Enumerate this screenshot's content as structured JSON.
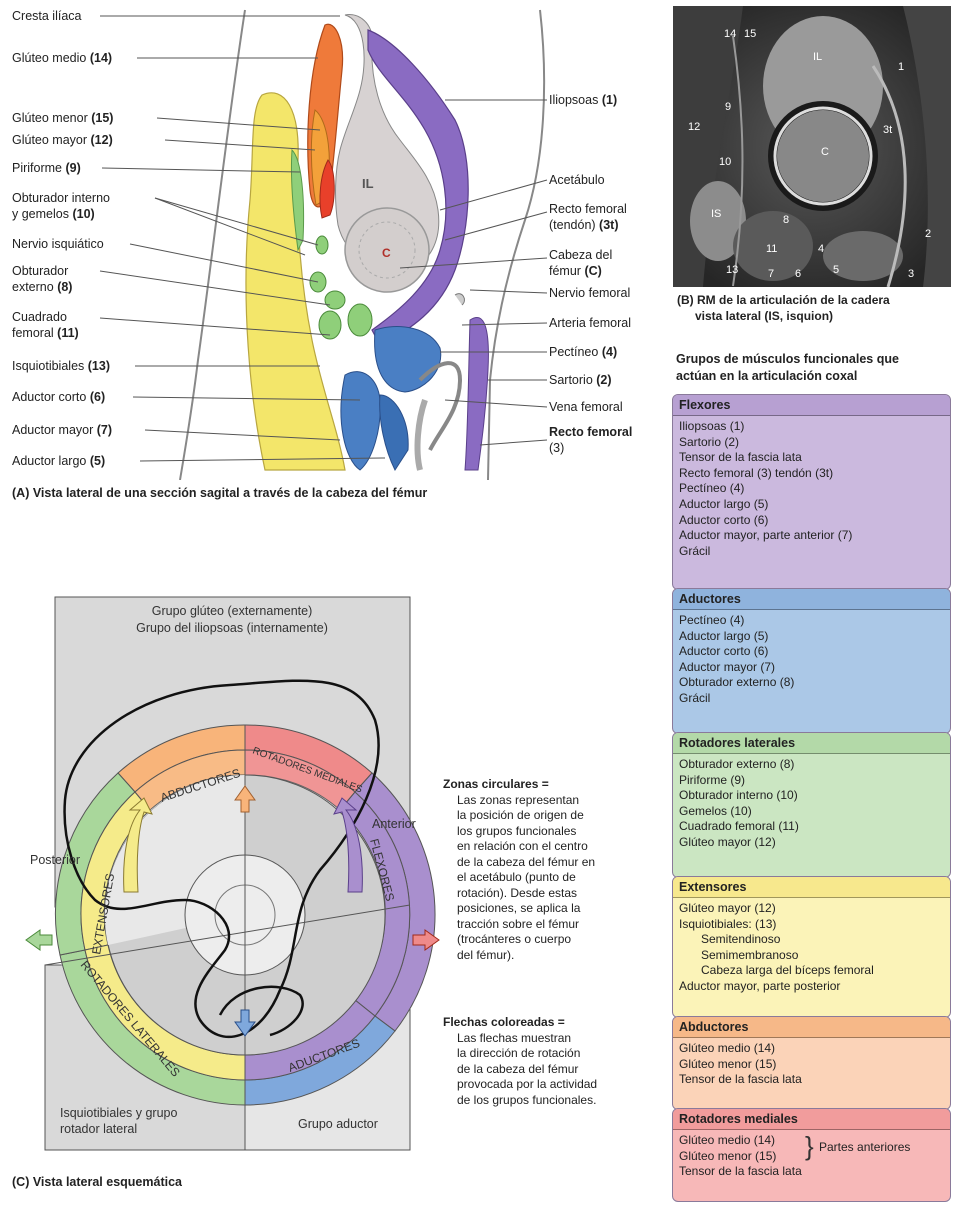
{
  "panel_a": {
    "left_labels": [
      {
        "text": "Cresta ilíaca",
        "num": ""
      },
      {
        "text": "Glúteo medio",
        "num": "(14)"
      },
      {
        "text": "Glúteo menor",
        "num": "(15)"
      },
      {
        "text": "Glúteo mayor",
        "num": "(12)"
      },
      {
        "text": "Piriforme",
        "num": "(9)"
      },
      {
        "text": "Obturador interno",
        "num": ""
      },
      {
        "text": "y gemelos",
        "num": "(10)"
      },
      {
        "text": "Nervio isquiático",
        "num": ""
      },
      {
        "text": "Obturador",
        "num": ""
      },
      {
        "text": "externo",
        "num": "(8)"
      },
      {
        "text": "Cuadrado",
        "num": ""
      },
      {
        "text": "femoral",
        "num": "(11)"
      },
      {
        "text": "Isquiotibiales",
        "num": "(13)"
      },
      {
        "text": "Aductor corto",
        "num": "(6)"
      },
      {
        "text": "Aductor mayor",
        "num": "(7)"
      },
      {
        "text": "Aductor largo",
        "num": "(5)"
      }
    ],
    "right_labels": [
      {
        "text": "Iliopsoas",
        "num": "(1)"
      },
      {
        "text": "Acetábulo",
        "num": ""
      },
      {
        "text": "Recto femoral",
        "num": ""
      },
      {
        "text": "(tendón)",
        "num": "(3t)"
      },
      {
        "text": "Cabeza del",
        "num": ""
      },
      {
        "text": "fémur",
        "num": "(C)"
      },
      {
        "text": "Nervio femoral",
        "num": ""
      },
      {
        "text": "Arteria femoral",
        "num": ""
      },
      {
        "text": "Pectíneo",
        "num": "(4)"
      },
      {
        "text": "Sartorio",
        "num": "(2)"
      },
      {
        "text": "Vena femoral",
        "num": ""
      },
      {
        "text": "Recto femoral",
        "num": ""
      },
      {
        "text": "(3)",
        "num": ""
      }
    ],
    "inner_labels": {
      "il": "IL",
      "c": "C"
    },
    "caption": "(A) Vista lateral de una sección sagital a través de la cabeza del fémur"
  },
  "panel_b": {
    "caption_line1": "(B) RM de la articulación de la cadera",
    "caption_line2": "vista lateral (IS, isquion)",
    "labels": [
      "14",
      "15",
      "IL",
      "1",
      "9",
      "12",
      "3t",
      "C",
      "10",
      "IS",
      "8",
      "2",
      "11",
      "4",
      "13",
      "7",
      "6",
      "5",
      "3"
    ]
  },
  "groups_title_line1": "Grupos de músculos funcionales que",
  "groups_title_line2": "actúan en la articulación coxal",
  "groups": [
    {
      "name": "Flexores",
      "color": "#c9b6dd",
      "head_color": "#b7a0d2",
      "items": [
        "Iliopsoas (1)",
        "Sartorio (2)",
        "Tensor de la fascia lata",
        "Recto femoral (3) tendón (3t)",
        "Pectíneo (4)",
        "Aductor largo (5)",
        "Aductor corto (6)",
        "Aductor mayor, parte anterior (7)",
        "Grácil"
      ]
    },
    {
      "name": "Aductores",
      "color": "#a9c6e6",
      "head_color": "#8fb3dd",
      "items": [
        "Pectíneo (4)",
        "Aductor largo (5)",
        "Aductor corto (6)",
        "Aductor mayor (7)",
        "Obturador externo (8)",
        "Grácil"
      ]
    },
    {
      "name": "Rotadores laterales",
      "color": "#c9e5c0",
      "head_color": "#b3d9a8",
      "items": [
        "Obturador externo (8)",
        "Piriforme (9)",
        "Obturador interno (10)",
        "Gemelos (10)",
        "Cuadrado femoral (11)",
        "Glúteo mayor (12)"
      ]
    },
    {
      "name": "Extensores",
      "color": "#fbf3b8",
      "head_color": "#f7e88d",
      "items": [
        "Glúteo mayor (12)",
        "Isquiotibiales: (13)",
        "Semitendinoso",
        "Semimembranoso",
        "Cabeza larga del bíceps femoral",
        "Aductor mayor, parte posterior"
      ]
    },
    {
      "name": "Abductores",
      "color": "#fbd3b8",
      "head_color": "#f6b888",
      "items": [
        "Glúteo medio (14)",
        "Glúteo menor (15)",
        "Tensor de la fascia lata"
      ]
    },
    {
      "name": "Rotadores mediales",
      "color": "#f7b8b8",
      "head_color": "#f19c9c",
      "items": [
        "Glúteo medio (14)",
        "Glúteo menor (15)",
        "Tensor de la fascia lata"
      ],
      "bracket_note": "Partes anteriores"
    }
  ],
  "panel_c": {
    "top_text_line1": "Grupo glúteo (externamente)",
    "top_text_line2": "Grupo del iliopsoas (internamente)",
    "ring_abductores": "ABDUCTORES",
    "ring_rot_mediales": "ROTADORES MEDIALES",
    "ring_flexores": "FLEXORES",
    "ring_extensores": "EXTENSORES",
    "ring_rot_laterales": "ROTADORES LATERALES",
    "ring_aductores": "ADUCTORES",
    "anterior": "Anterior",
    "posterior": "Posterior",
    "bottom_left_line1": "Isquiotibiales y grupo",
    "bottom_left_line2": "rotador lateral",
    "bottom_right": "Grupo aductor",
    "caption": "(C) Vista lateral esquemática",
    "colors": {
      "abductores": "#f8b47a",
      "rot_mediales": "#ef8a8a",
      "flexores": "#a98fce",
      "extensores": "#f5eb8a",
      "rot_laterales": "#a9d79b",
      "aductores": "#7fa8dc"
    }
  },
  "zones_title": "Zonas circulares =",
  "zones_text": [
    "Las zonas representan",
    "la posición de origen de",
    "los grupos funcionales",
    "en relación con el centro",
    "de la cabeza del fémur en",
    "el acetábulo (punto de",
    "rotación). Desde estas",
    "posiciones, se aplica la",
    "tracción sobre el fémur",
    "(trocánteres o cuerpo",
    "del fémur)."
  ],
  "arrows_title": "Flechas coloreadas =",
  "arrows_text": [
    "Las flechas muestran",
    "la dirección de rotación",
    "de la cabeza del fémur",
    "provocada por la actividad",
    "de los grupos funcionales."
  ]
}
